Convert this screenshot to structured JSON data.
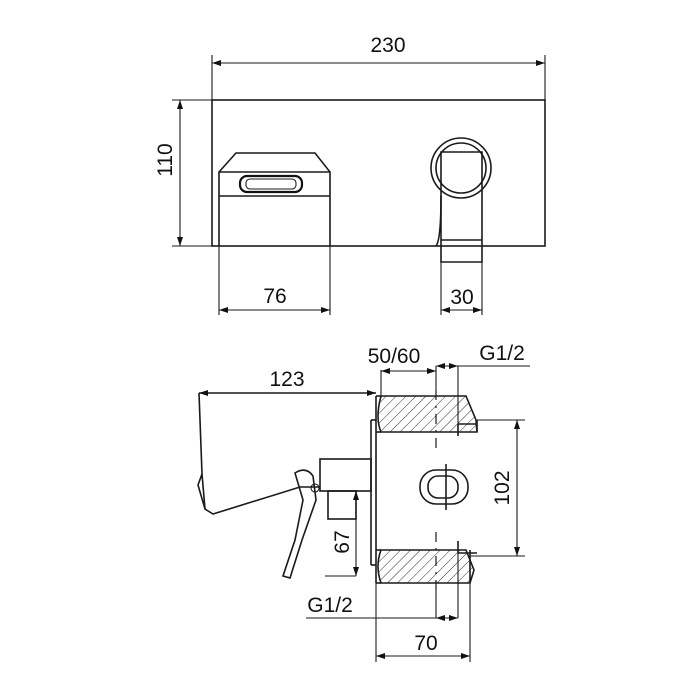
{
  "dimensions": {
    "width_total": "230",
    "height_total": "110",
    "lever_width": "76",
    "spout_width": "30",
    "lever_projection": "123",
    "wall_depth_range": "50/60",
    "thread_top": "G1/2",
    "body_height": "102",
    "handle_height": "67",
    "thread_bottom": "G1/2",
    "body_depth": "70"
  }
}
